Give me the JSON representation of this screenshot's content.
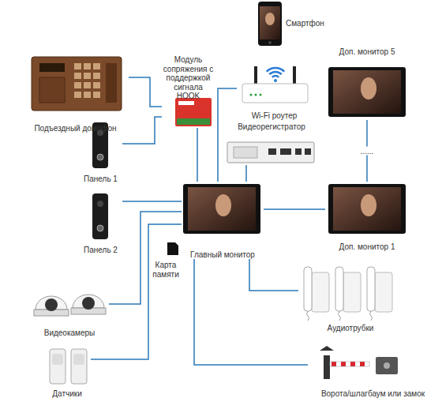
{
  "diagram": {
    "nodes": [
      {
        "text": [
          "Смартфон"
        ]
      },
      {
        "text": [
          "Модуль сопряжения с поддержкой сигнала HOOK"
        ]
      },
      {
        "text": [
          "Wi-Fi роутер"
        ]
      },
      {
        "text": [
          "Доп. монитор 5"
        ]
      },
      {
        "text": [
          "Подъездный домофон"
        ]
      },
      {
        "text": [
          "Видеорегистратор"
        ]
      },
      {
        "text": [
          "Панель 1"
        ]
      },
      {
        "text": [
          "Панель 2"
        ]
      },
      {
        "text": [
          "Главный монитор"
        ]
      },
      {
        "text": [
          "Доп. монитор 1"
        ]
      },
      {
        "text": [
          "Карта памяти"
        ]
      },
      {
        "text": [
          "Видеокамеры"
        ]
      },
      {
        "text": [
          "Аудиотрубки"
        ]
      },
      {
        "text": [
          "Датчики"
        ]
      },
      {
        "text": [
          "Ворота/шлагбаум или замок"
        ]
      }
    ],
    "edges": [
      {
        "from": 4,
        "to": 1,
        "arrow": "none"
      },
      {
        "from": 6,
        "to": 1,
        "arrow": "none"
      },
      {
        "from": 1,
        "to": 8,
        "arrow": "none"
      },
      {
        "from": 7,
        "to": 8,
        "arrow": "none"
      },
      {
        "from": 11,
        "to": 8,
        "arrow": "none"
      },
      {
        "from": 13,
        "to": 8,
        "arrow": "none"
      },
      {
        "from": 8,
        "to": 2,
        "arrow": "none"
      },
      {
        "from": 8,
        "to": 5,
        "arrow": "none"
      },
      {
        "from": 8,
        "to": 9,
        "arrow": "none"
      },
      {
        "from": 8,
        "to": 12,
        "arrow": "none"
      },
      {
        "from": 8,
        "to": 14,
        "arrow": "none"
      },
      {
        "from": 9,
        "to": 3,
        "label": "......",
        "arrow": "none"
      }
    ]
  }
}
